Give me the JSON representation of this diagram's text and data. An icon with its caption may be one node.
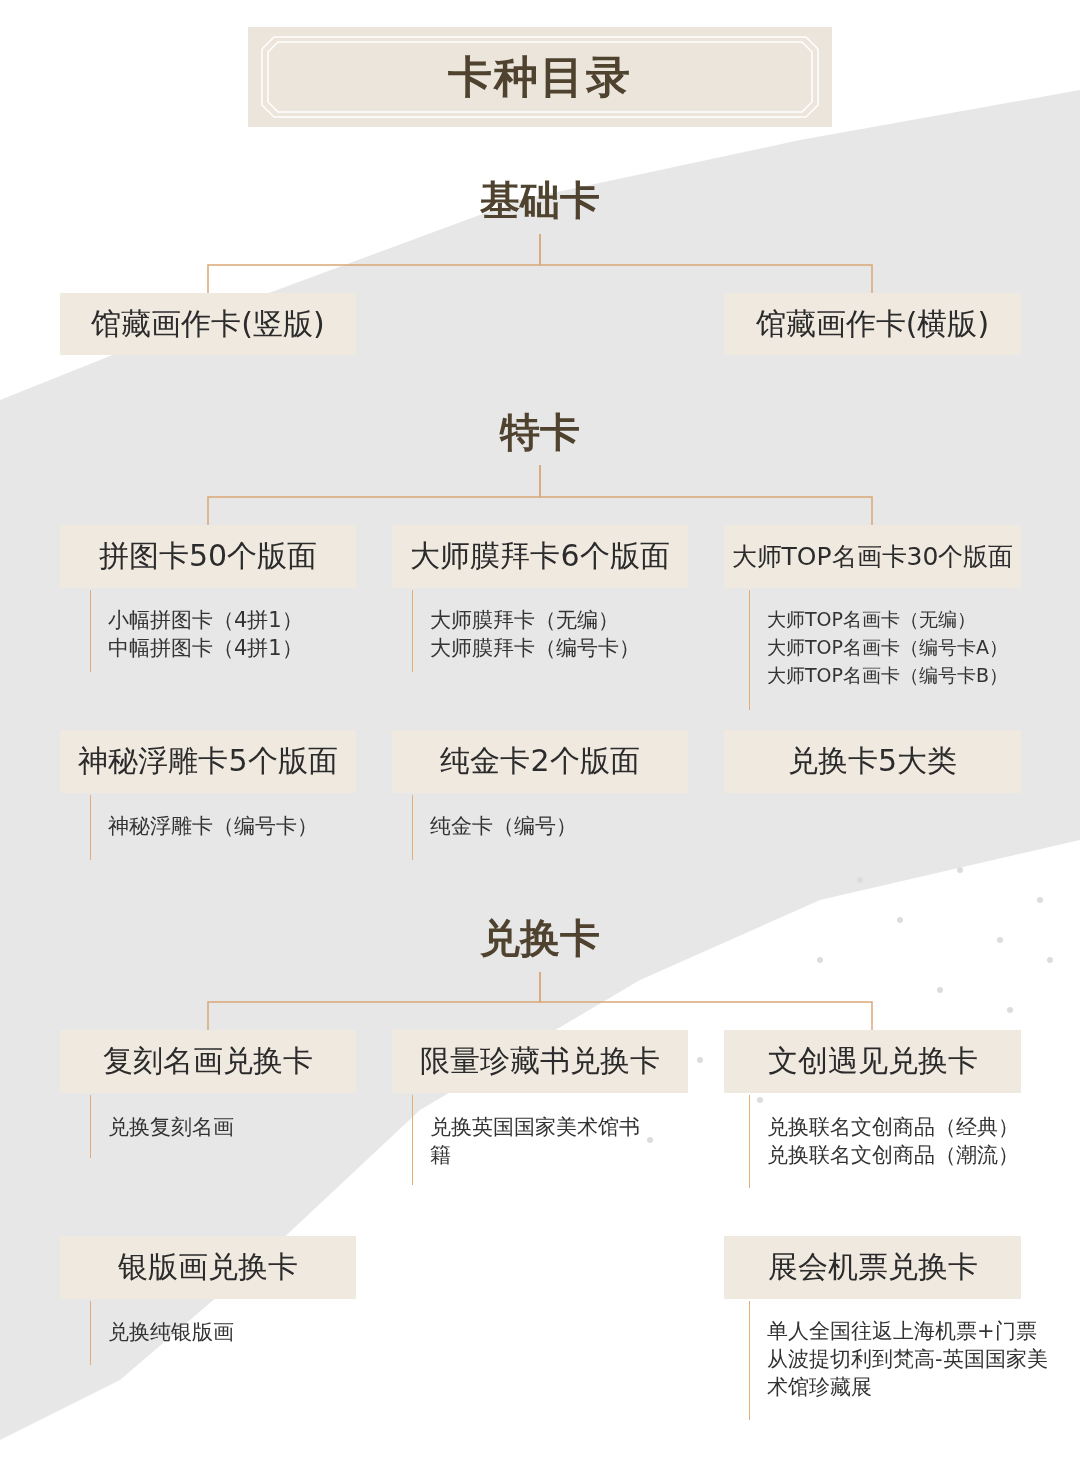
{
  "diagram": {
    "title": "卡种目录",
    "nodes": [
      {
        "text": [
          "基础卡"
        ]
      },
      {
        "text": [
          "馆藏画作卡(竖版)"
        ]
      },
      {
        "text": [
          "馆藏画作卡(横版)"
        ]
      },
      {
        "text": [
          "特卡"
        ]
      },
      {
        "text": [
          "拼图卡50个版面"
        ],
        "beside": [
          "小幅拼图卡（4拼1）",
          "中幅拼图卡（4拼1）"
        ]
      },
      {
        "text": [
          "大师膜拜卡6个版面"
        ],
        "beside": [
          "大师膜拜卡（无编）",
          "大师膜拜卡（编号卡）"
        ]
      },
      {
        "text": [
          "大师TOP名画卡30个版面"
        ],
        "beside": [
          "大师TOP名画卡（无编）",
          "大师TOP名画卡（编号卡A）",
          "大师TOP名画卡（编号卡B）"
        ]
      },
      {
        "text": [
          "神秘浮雕卡5个版面"
        ],
        "beside": [
          "神秘浮雕卡（编号卡）"
        ]
      },
      {
        "text": [
          "纯金卡2个版面"
        ],
        "beside": [
          "纯金卡（编号）"
        ]
      },
      {
        "text": [
          "兑换卡5大类"
        ]
      },
      {
        "text": [
          "兑换卡"
        ]
      },
      {
        "text": [
          "复刻名画兑换卡"
        ],
        "beside": [
          "兑换复刻名画"
        ]
      },
      {
        "text": [
          "限量珍藏书兑换卡"
        ],
        "beside": [
          "兑换英国国家美术馆书籍"
        ]
      },
      {
        "text": [
          "文创遇见兑换卡"
        ],
        "beside": [
          "兑换联名文创商品（经典）",
          "兑换联名文创商品（潮流）"
        ]
      },
      {
        "text": [
          "银版画兑换卡"
        ],
        "beside": [
          "兑换纯银版画"
        ]
      },
      {
        "text": [
          "展会机票兑换卡"
        ],
        "beside": [
          "单人全国往返上海机票+门票",
          "从波提切利到梵高-英国国家美术馆珍藏展"
        ]
      }
    ],
    "edges": [
      {
        "from": 0,
        "to": 1,
        "arrow": "none"
      },
      {
        "from": 0,
        "to": 2,
        "arrow": "none"
      },
      {
        "from": 3,
        "to": 4,
        "arrow": "none"
      },
      {
        "from": 3,
        "to": 6,
        "arrow": "none"
      },
      {
        "from": 10,
        "to": 11,
        "arrow": "none"
      },
      {
        "from": 10,
        "to": 13,
        "arrow": "none"
      }
    ]
  }
}
